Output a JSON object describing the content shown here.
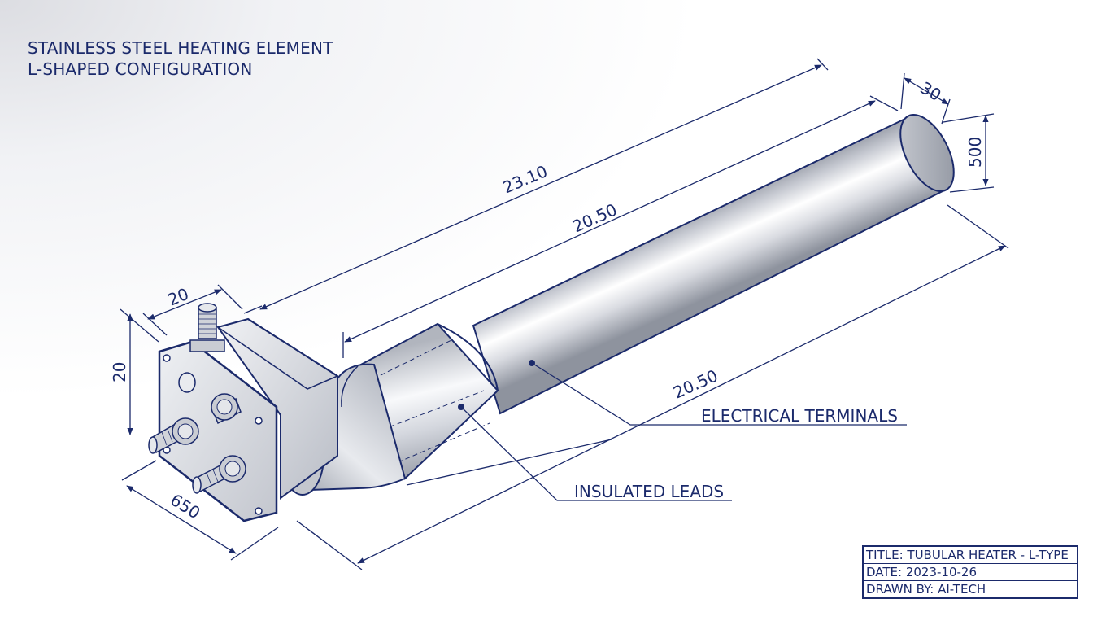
{
  "header": {
    "title_line1": "STAINLESS STEEL HEATING ELEMENT",
    "title_line2": "L-SHAPED CONFIGURATION"
  },
  "dimensions": {
    "overall_length": "23.10",
    "upper_tube_length": "20.50",
    "lower_tube_length": "20.50",
    "end_diameter_offset": "30",
    "end_height": "500",
    "flange_width": "20",
    "flange_height": "20",
    "base_length": "650"
  },
  "callouts": {
    "electrical_terminals": "ELECTRICAL TERMINALS",
    "insulated_leads": "INSULATED LEADS"
  },
  "title_block": {
    "title": "TITLE: TUBULAR HEATER - L-TYPE",
    "date": "DATE: 2023-10-26",
    "drawn_by": "DRAWN BY: AI-TECH"
  },
  "colors": {
    "line": "#1b2a6b",
    "steel_light": "#f4f5f8",
    "steel_dark": "#9ea3ae"
  }
}
